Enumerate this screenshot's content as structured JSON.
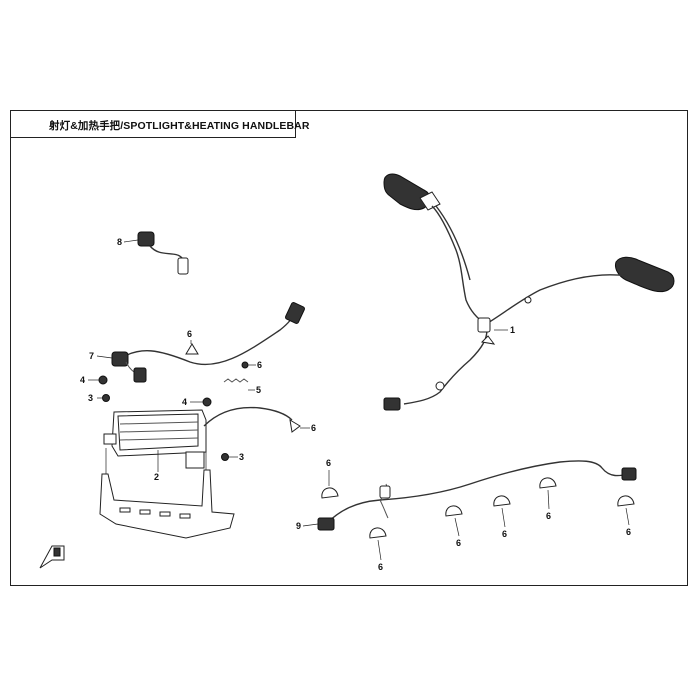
{
  "title": "射灯&加热手把/SPOTLIGHT&HEATING HANDLEBAR",
  "callouts": {
    "c1": "1",
    "c2": "2",
    "c3a": "3",
    "c3b": "3",
    "c4a": "4",
    "c4b": "4",
    "c5": "5",
    "c6a": "6",
    "c6b": "6",
    "c6c": "6",
    "c6d": "6",
    "c6e": "6",
    "c6f": "6",
    "c6g": "6",
    "c6h": "6",
    "c6i": "6",
    "c7": "7",
    "c8": "8",
    "c9": "9"
  },
  "icons": {
    "front_indicator": "front-arrow-icon"
  }
}
